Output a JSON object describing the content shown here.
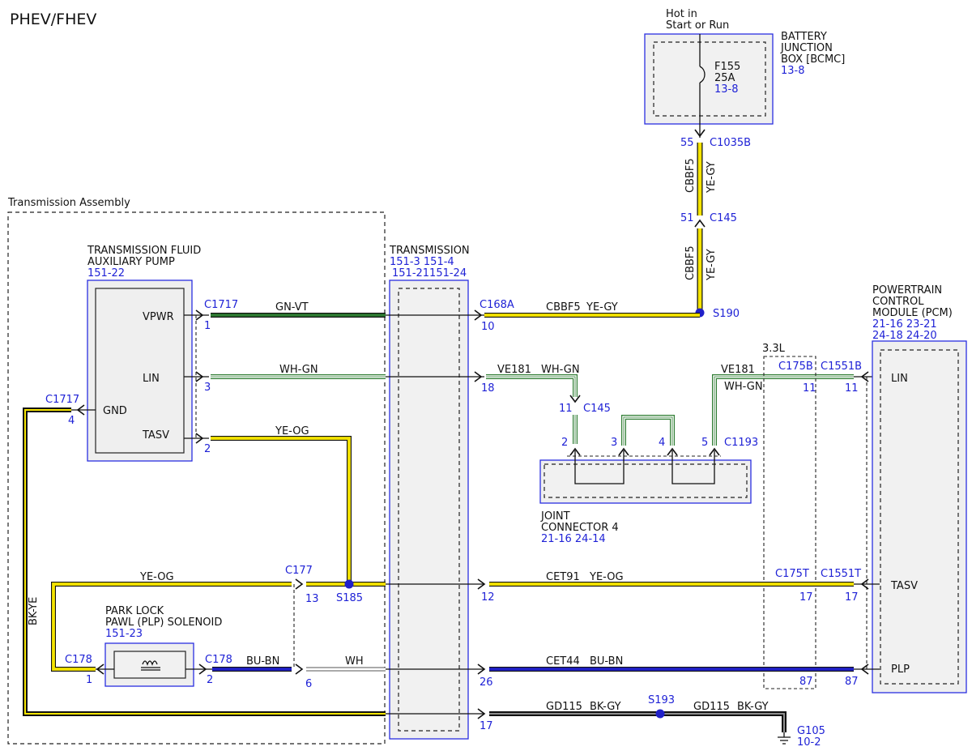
{
  "title": "PHEV/FHEV",
  "transmission_assembly": {
    "label": "Transmission Assembly"
  },
  "battery_junction_box": {
    "hot_line1": "Hot in",
    "hot_line2": "Start or Run",
    "name1": "BATTERY",
    "name2": "JUNCTION",
    "name3": "BOX [BCMC]",
    "ref": "13-8",
    "fuse": "F155",
    "amps": "25A",
    "fuse_ref": "13-8"
  },
  "pump": {
    "name1": "TRANSMISSION FLUID",
    "name2": "AUXILIARY PUMP",
    "ref": "151-22",
    "pins": {
      "vpwr": "VPWR",
      "lin": "LIN",
      "gnd": "GND",
      "tasv": "TASV"
    }
  },
  "transmission": {
    "name": "TRANSMISSION",
    "ref1": "151-3 151-4",
    "ref2": "151-21151-24"
  },
  "pcm": {
    "name1": "POWERTRAIN",
    "name2": "CONTROL",
    "name3": "MODULE (PCM)",
    "ref1": "21-16 23-21",
    "ref2": "24-18 24-20",
    "pins": {
      "lin": "LIN",
      "tasv": "TASV",
      "plp": "PLP"
    }
  },
  "joint_connector": {
    "name1": "JOINT",
    "name2": "CONNECTOR 4",
    "ref": "21-16 24-14"
  },
  "plp_solenoid": {
    "name1": "PARK LOCK",
    "name2": "PAWL (PLP) SOLENOID",
    "ref": "151-23"
  },
  "engine_option": "3.3L",
  "connectors": {
    "c1035b": "C1035B",
    "c1035b_pin": "55",
    "c145": "C145",
    "c145_pin": "51",
    "c145b": "C145",
    "c145b_pin": "11",
    "c1717a": "C1717",
    "c1717_vpwr": "1",
    "c1717_lin": "3",
    "c1717_tasv": "2",
    "c1717b": "C1717",
    "c1717_gnd": "4",
    "c168a": "C168A",
    "c168_pwr": "10",
    "c168_lin": "18",
    "c168_tasv": "12",
    "c168_plp": "26",
    "c168_gnd": "17",
    "c177": "C177",
    "c177_pin": "13",
    "c177_plp": "6",
    "c178a": "C178",
    "c178a_pin": "1",
    "c178b": "C178",
    "c178b_pin": "2",
    "c1193": "C1193",
    "jc_pin2": "2",
    "jc_pin3": "3",
    "jc_pin4": "4",
    "jc_pin5": "5",
    "c175b": "C175B",
    "c175b_pin": "11",
    "c1551b": "C1551B",
    "c1551b_pin": "11",
    "c175t": "C175T",
    "c175t_tasv": "17",
    "c175t_plp": "87",
    "c1551t": "C1551T",
    "c1551t_tasv": "17",
    "c1551t_plp": "87"
  },
  "splices": {
    "s190": "S190",
    "s185": "S185",
    "s193": "S193"
  },
  "ground": {
    "name": "G105",
    "ref": "10-2"
  },
  "wires": {
    "cbbf5_a": "CBBF5",
    "yegy_a": "YE-GY",
    "cbbf5_b": "CBBF5",
    "yegy_b": "YE-GY",
    "gnvt": "GN-VT",
    "cbbf5_c": "CBBF5",
    "yegy_c": "YE-GY",
    "whgn_a": "WH-GN",
    "ve181_a": "VE181",
    "whgn_b": "WH-GN",
    "ve181_b": "VE181",
    "whgn_c": "WH-GN",
    "yeog_a": "YE-OG",
    "yeog_b": "YE-OG",
    "cet91": "CET91",
    "yeog_c": "YE-OG",
    "bkye": "BK-YE",
    "bubn_a": "BU-BN",
    "wh": "WH",
    "cet44": "CET44",
    "bubn_b": "BU-BN",
    "gd115_a": "GD115",
    "bkgy_a": "BK-GY",
    "gd115_b": "GD115",
    "bkgy_b": "BK-GY"
  },
  "colors": {
    "yellow": "#f5e400",
    "green": "#2e7d32",
    "blue": "#2020c8",
    "connector_text": "#1f22d6",
    "black": "#111111"
  }
}
